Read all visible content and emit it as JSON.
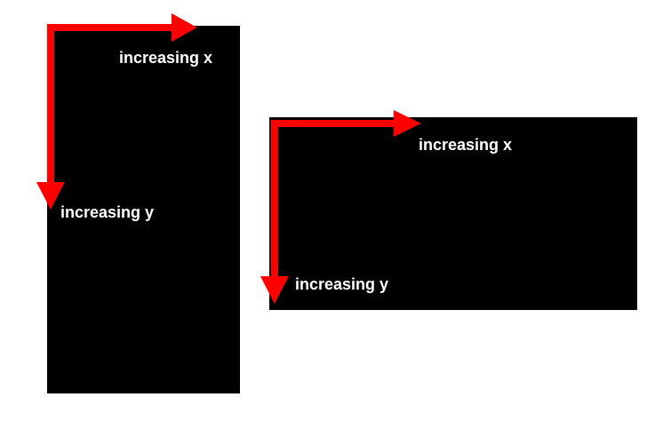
{
  "portrait": {
    "x_label": "increasing x",
    "y_label": "increasing y"
  },
  "landscape": {
    "x_label": "increasing x",
    "y_label": "increasing y"
  },
  "colors": {
    "screen": "#000000",
    "arrow": "#ff0000",
    "label": "#ffffff",
    "background": "#ffffff"
  }
}
